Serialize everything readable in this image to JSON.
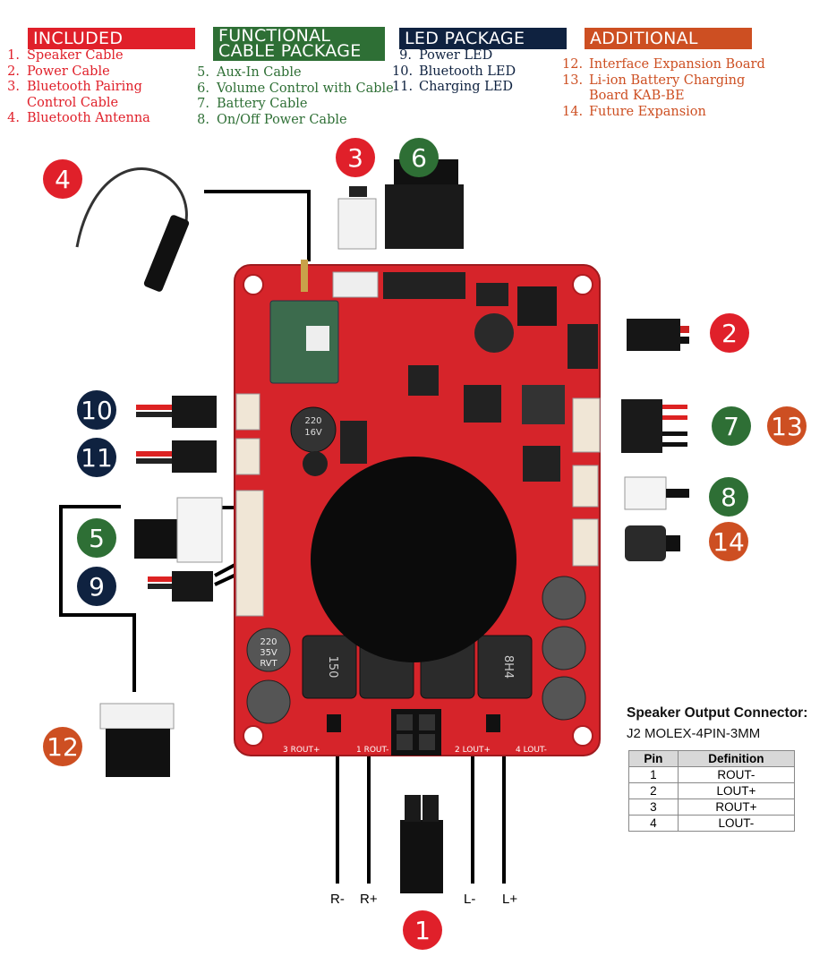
{
  "headers": {
    "included": {
      "title": "INCLUDED",
      "color": "#e0202a"
    },
    "functional": {
      "title_line1": "FUNCTIONAL",
      "title_line2": "CABLE PACKAGE",
      "color": "#2e6f35"
    },
    "led": {
      "title": "LED PACKAGE",
      "color": "#0f2240"
    },
    "additional": {
      "title": "ADDITIONAL",
      "color": "#cd4f22"
    }
  },
  "included_items": [
    {
      "num": "1.",
      "text": "Speaker Cable"
    },
    {
      "num": "2.",
      "text": "Power Cable"
    },
    {
      "num": "3.",
      "text": "Bluetooth Pairing"
    },
    {
      "num": "",
      "text": "Control Cable"
    },
    {
      "num": "4.",
      "text": "Bluetooth Antenna"
    }
  ],
  "functional_items": [
    {
      "num": "5.",
      "text": "Aux-In Cable"
    },
    {
      "num": "6.",
      "text": "Volume Control with Cable"
    },
    {
      "num": "7.",
      "text": "Battery Cable"
    },
    {
      "num": "8.",
      "text": "On/Off Power Cable"
    }
  ],
  "led_items": [
    {
      "num": "9.",
      "text": "Power LED"
    },
    {
      "num": "10.",
      "text": "Bluetooth LED"
    },
    {
      "num": "11.",
      "text": "Charging LED"
    }
  ],
  "additional_items": [
    {
      "num": "12.",
      "text": "Interface Expansion Board"
    },
    {
      "num": "13.",
      "text": "Li-ion Battery Charging"
    },
    {
      "num": "",
      "text": "Board KAB-BE"
    },
    {
      "num": "14.",
      "text": "Future Expansion"
    }
  ],
  "badges": {
    "b1": "1",
    "b2": "2",
    "b3": "3",
    "b4": "4",
    "b5": "5",
    "b6": "6",
    "b7": "7",
    "b8": "8",
    "b9": "9",
    "b10": "10",
    "b11": "11",
    "b12": "12",
    "b13": "13",
    "b14": "14"
  },
  "speaker_labels": {
    "r_minus": "R-",
    "r_plus": "R+",
    "l_minus": "L-",
    "l_plus": "L+"
  },
  "speaker_connector": {
    "title": "Speaker Output Connector:",
    "subtitle": "J2 MOLEX-4PIN-3MM",
    "col_pin": "Pin",
    "col_def": "Definition",
    "rows": [
      {
        "pin": "1",
        "def": "ROUT-"
      },
      {
        "pin": "2",
        "def": "LOUT+"
      },
      {
        "pin": "3",
        "def": "ROUT+"
      },
      {
        "pin": "4",
        "def": "LOUT-"
      }
    ]
  },
  "board": {
    "cap_label_1": "220",
    "cap_label_2": "16V",
    "cap_big_1": "220",
    "cap_big_2": "35V",
    "cap_big_3": "RVT",
    "inductor_1": "150",
    "inductor_2": "8H4",
    "silk_rout": "3 ROUT+",
    "silk_lout": "4 LOUT-",
    "silk_rout1": "1 ROUT-",
    "silk_lout2": "2 LOUT+"
  }
}
